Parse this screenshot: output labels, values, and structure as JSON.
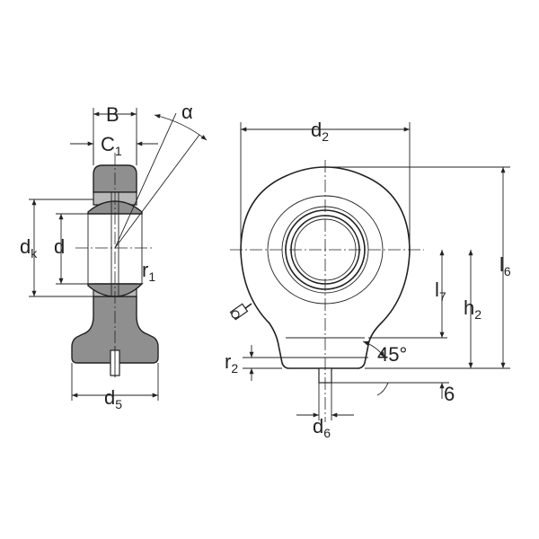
{
  "labels": {
    "B": "B",
    "C": "C",
    "C_sub": "1",
    "alpha": "α",
    "dk": "d",
    "dk_sub": "k",
    "d": "d",
    "r1": "r",
    "r1_sub": "1",
    "d5": "d",
    "d5_sub": "5",
    "d2": "d",
    "d2_sub": "2",
    "l6": "l",
    "l6_sub": "6",
    "l7": "l",
    "l7_sub": "7",
    "h2": "h",
    "h2_sub": "2",
    "r2": "r",
    "r2_sub": "2",
    "angle": "45°",
    "six": "6",
    "d6": "d",
    "d6_sub": "6"
  },
  "colors": {
    "line": "#222222",
    "fill_dark": "#8f8f8f",
    "fill_light": "#b8b8b8"
  }
}
